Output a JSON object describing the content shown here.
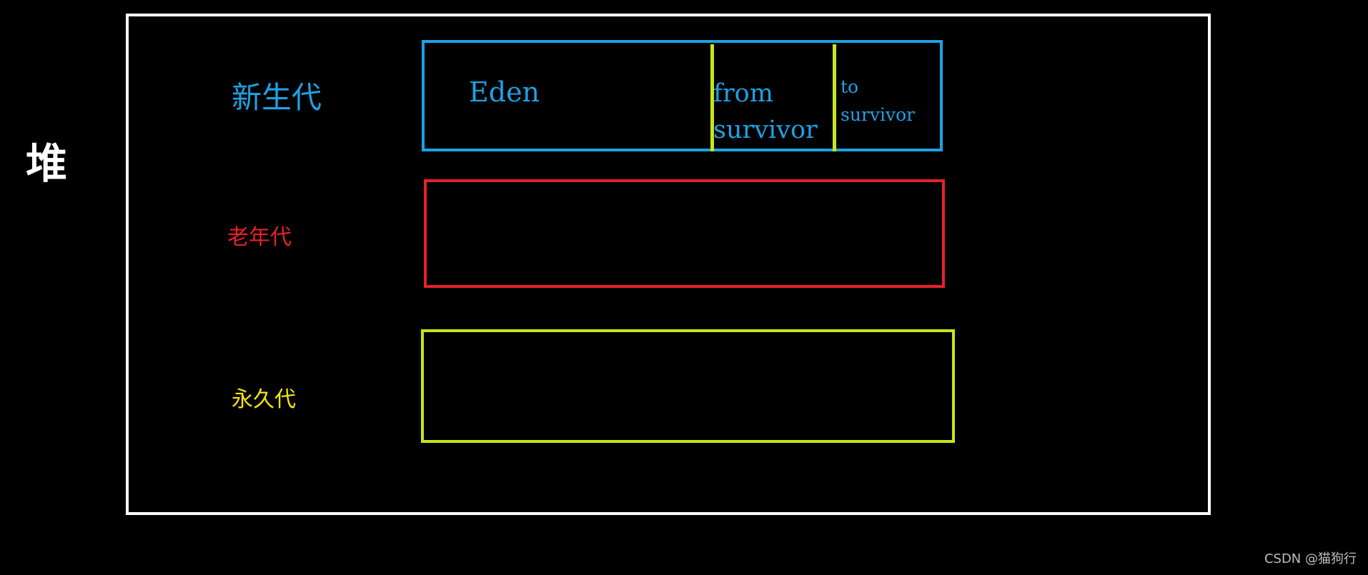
{
  "heap": {
    "label": "堆",
    "border_color": "#ffffff"
  },
  "young_gen": {
    "label": "新生代",
    "color": "#1ea1e6",
    "spaces": {
      "eden": "Eden",
      "from_survivor_line1": "from",
      "from_survivor_line2": "survivor",
      "to_survivor_line1": "to",
      "to_survivor_line2": "survivor"
    },
    "divider_color": "#c7e51a"
  },
  "old_gen": {
    "label": "老年代",
    "color": "#e8202a"
  },
  "perm_gen": {
    "label": "永久代",
    "color": "#f5e512",
    "box_color": "#c7e51a"
  },
  "watermark": "CSDN @猫狗行"
}
